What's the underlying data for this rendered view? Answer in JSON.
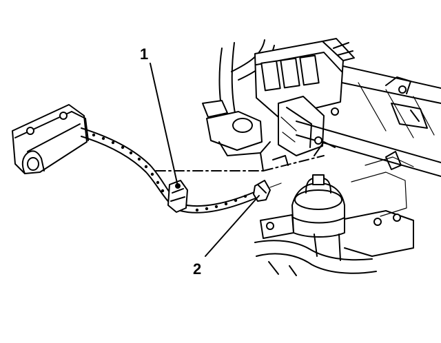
{
  "diagram": {
    "callouts": [
      {
        "id": "1",
        "label": "1"
      },
      {
        "id": "2",
        "label": "2"
      }
    ],
    "colors": {
      "ink": "#000000",
      "paper": "#ffffff"
    }
  }
}
